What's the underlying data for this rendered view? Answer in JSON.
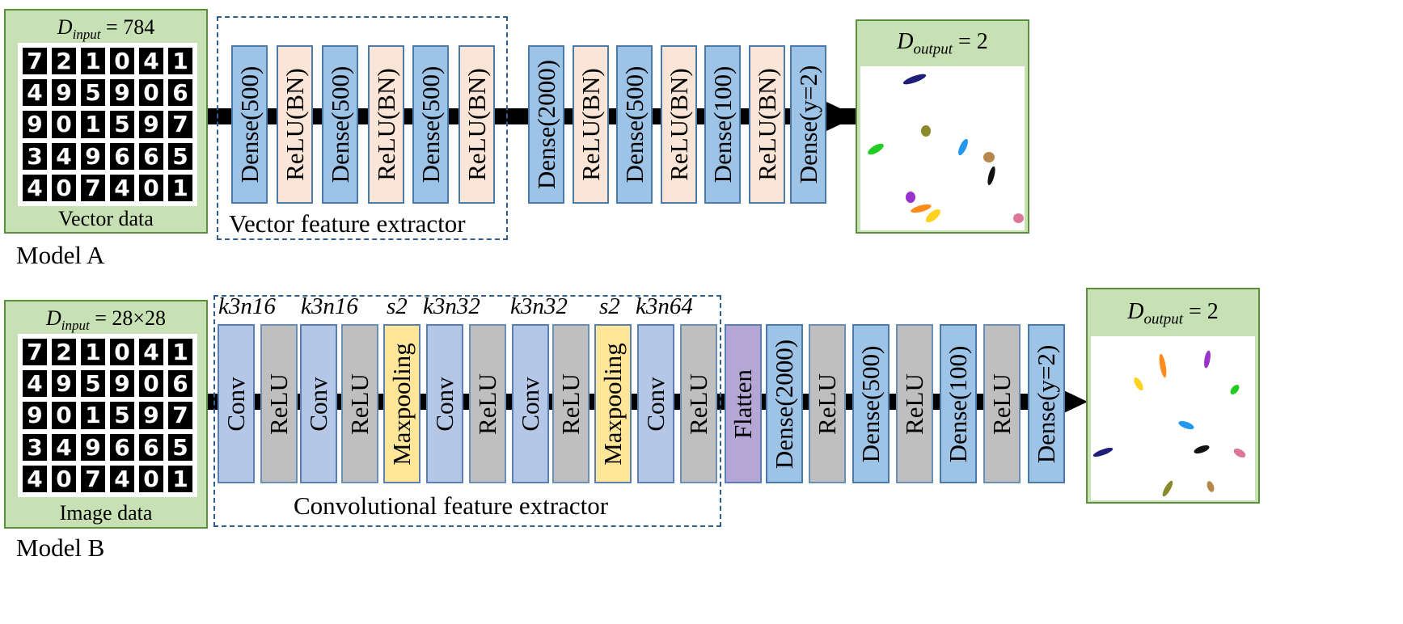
{
  "model_a": {
    "label": "Model A",
    "input_label": "D",
    "input_sub": "input",
    "input_value": " = 784",
    "input_caption": "Vector data",
    "extractor_caption": "Vector feature extractor",
    "layers": [
      "Dense(500)",
      "ReLU(BN)",
      "Dense(500)",
      "ReLU(BN)",
      "Dense(500)",
      "ReLU(BN)",
      "Dense(2000)",
      "ReLU(BN)",
      "Dense(500)",
      "ReLU(BN)",
      "Dense(100)",
      "ReLU(BN)",
      "Dense(y=2)"
    ],
    "output_label": "D",
    "output_sub": "output",
    "output_value": " = 2"
  },
  "model_b": {
    "label": "Model B",
    "input_label": "D",
    "input_sub": "input",
    "input_value": " = 28×28",
    "input_caption": "Image data",
    "extractor_caption": "Convolutional feature extractor",
    "params": [
      "k3n16",
      "k3n16",
      "s2",
      "k3n32",
      "k3n32",
      "s2",
      "k3n64"
    ],
    "layers": [
      "Conv",
      "ReLU",
      "Conv",
      "ReLU",
      "Maxpooling",
      "Conv",
      "ReLU",
      "Conv",
      "ReLU",
      "Maxpooling",
      "Conv",
      "ReLU",
      "Flatten",
      "Dense(2000)",
      "ReLU",
      "Dense(500)",
      "ReLU",
      "Dense(100)",
      "ReLU",
      "Dense(y=2)"
    ],
    "output_label": "D",
    "output_sub": "output",
    "output_value": " = 2"
  },
  "digit_grid": [
    "7",
    "2",
    "1",
    "0",
    "4",
    "1",
    "4",
    "9",
    "5",
    "9",
    "0",
    "6",
    "9",
    "0",
    "1",
    "5",
    "9",
    "7",
    "3",
    "4",
    "9",
    "6",
    "6",
    "5",
    "4",
    "0",
    "7",
    "4",
    "0",
    "1"
  ],
  "colors": {
    "dense": "#9dc3e6",
    "relu_bn": "#fbe5d6",
    "conv": "#b4c7e7",
    "relu": "#bfbfbf",
    "maxpool": "#ffe699",
    "flatten": "#b4a7d6",
    "panel": "#c8e1b4",
    "clusters": [
      "#1f1f7a",
      "#8a8a2a",
      "#22cc22",
      "#2299ee",
      "#b5874a",
      "#111111",
      "#9933cc",
      "#ff8c1a",
      "#ffd21f",
      "#dd7799"
    ]
  }
}
